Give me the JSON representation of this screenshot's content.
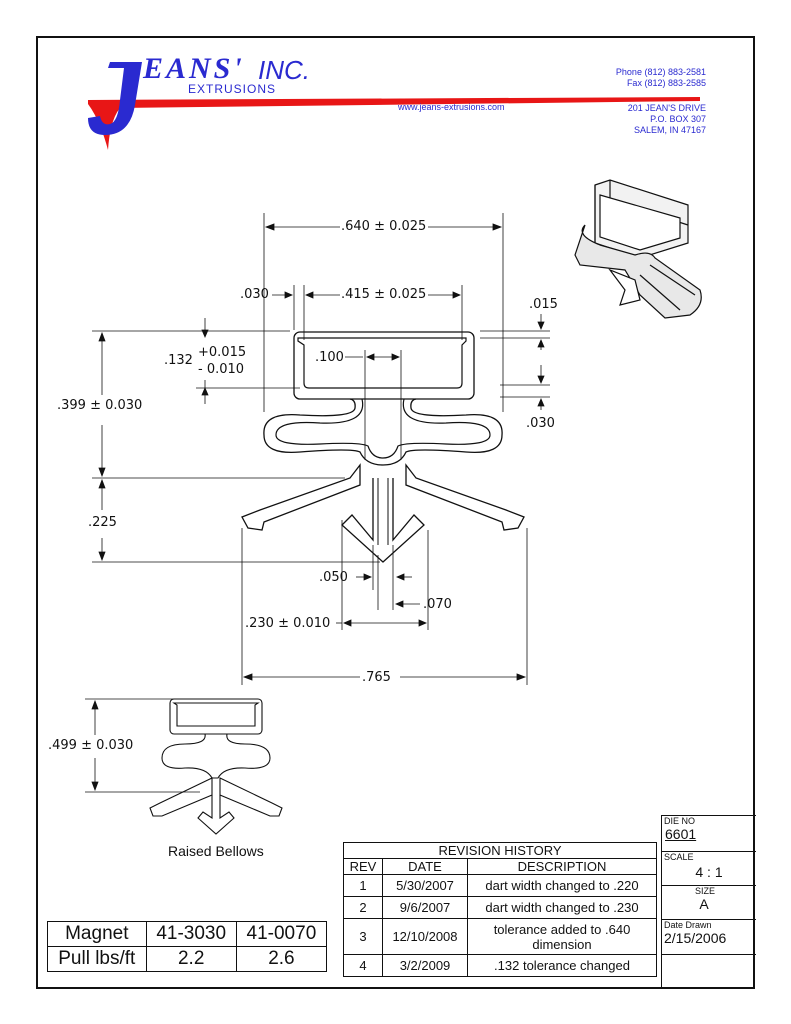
{
  "logo": {
    "brand": "EANS'",
    "brand_initial": "J",
    "inc": "INC.",
    "sub": "EXTRUSIONS"
  },
  "contact": {
    "phone": "Phone (812) 883-2581",
    "fax": "Fax (812) 883-2585",
    "address1": "201 JEAN'S DRIVE",
    "address2": "P.O. BOX 307",
    "address3": "SALEM, IN 47167"
  },
  "website": "www.jeans-extrusions.com",
  "colors": {
    "brand_blue": "#2a2ad0",
    "brand_red": "#e81616",
    "line": "#111111"
  },
  "dimensions": {
    "d640": ".640 ± 0.025",
    "d030a": ".030",
    "d415": ".415 ± 0.025",
    "d015": ".015",
    "d132": ".132",
    "d132_plus": "+0.015",
    "d132_minus": "- 0.010",
    "d100": ".100",
    "d399": ".399 ± 0.030",
    "d030b": ".030",
    "d225": ".225",
    "d050": ".050",
    "d070": ".070",
    "d230": ".230 ± 0.010",
    "d765": ".765",
    "d499": ".499 ± 0.030"
  },
  "caption": "Raised Bellows",
  "revision_history": {
    "title": "REVISION HISTORY",
    "headers": [
      "REV",
      "DATE",
      "DESCRIPTION"
    ],
    "rows": [
      {
        "rev": "1",
        "date": "5/30/2007",
        "desc": "dart width changed to .220"
      },
      {
        "rev": "2",
        "date": "9/6/2007",
        "desc": "dart width changed to .230"
      },
      {
        "rev": "3",
        "date": "12/10/2008",
        "desc": "tolerance added to .640 dimension"
      },
      {
        "rev": "4",
        "date": "3/2/2009",
        "desc": ".132 tolerance changed"
      }
    ]
  },
  "magnet_table": {
    "row1": [
      "Magnet",
      "41-3030",
      "41-0070"
    ],
    "row2": [
      "Pull lbs/ft",
      "2.2",
      "2.6"
    ]
  },
  "title_block": {
    "die_no_label": "DIE NO",
    "die_no": "6601",
    "scale_label": "SCALE",
    "scale": "4 : 1",
    "size_label": "SIZE",
    "size": "A",
    "date_label": "Date Drawn",
    "date": "2/15/2006"
  }
}
